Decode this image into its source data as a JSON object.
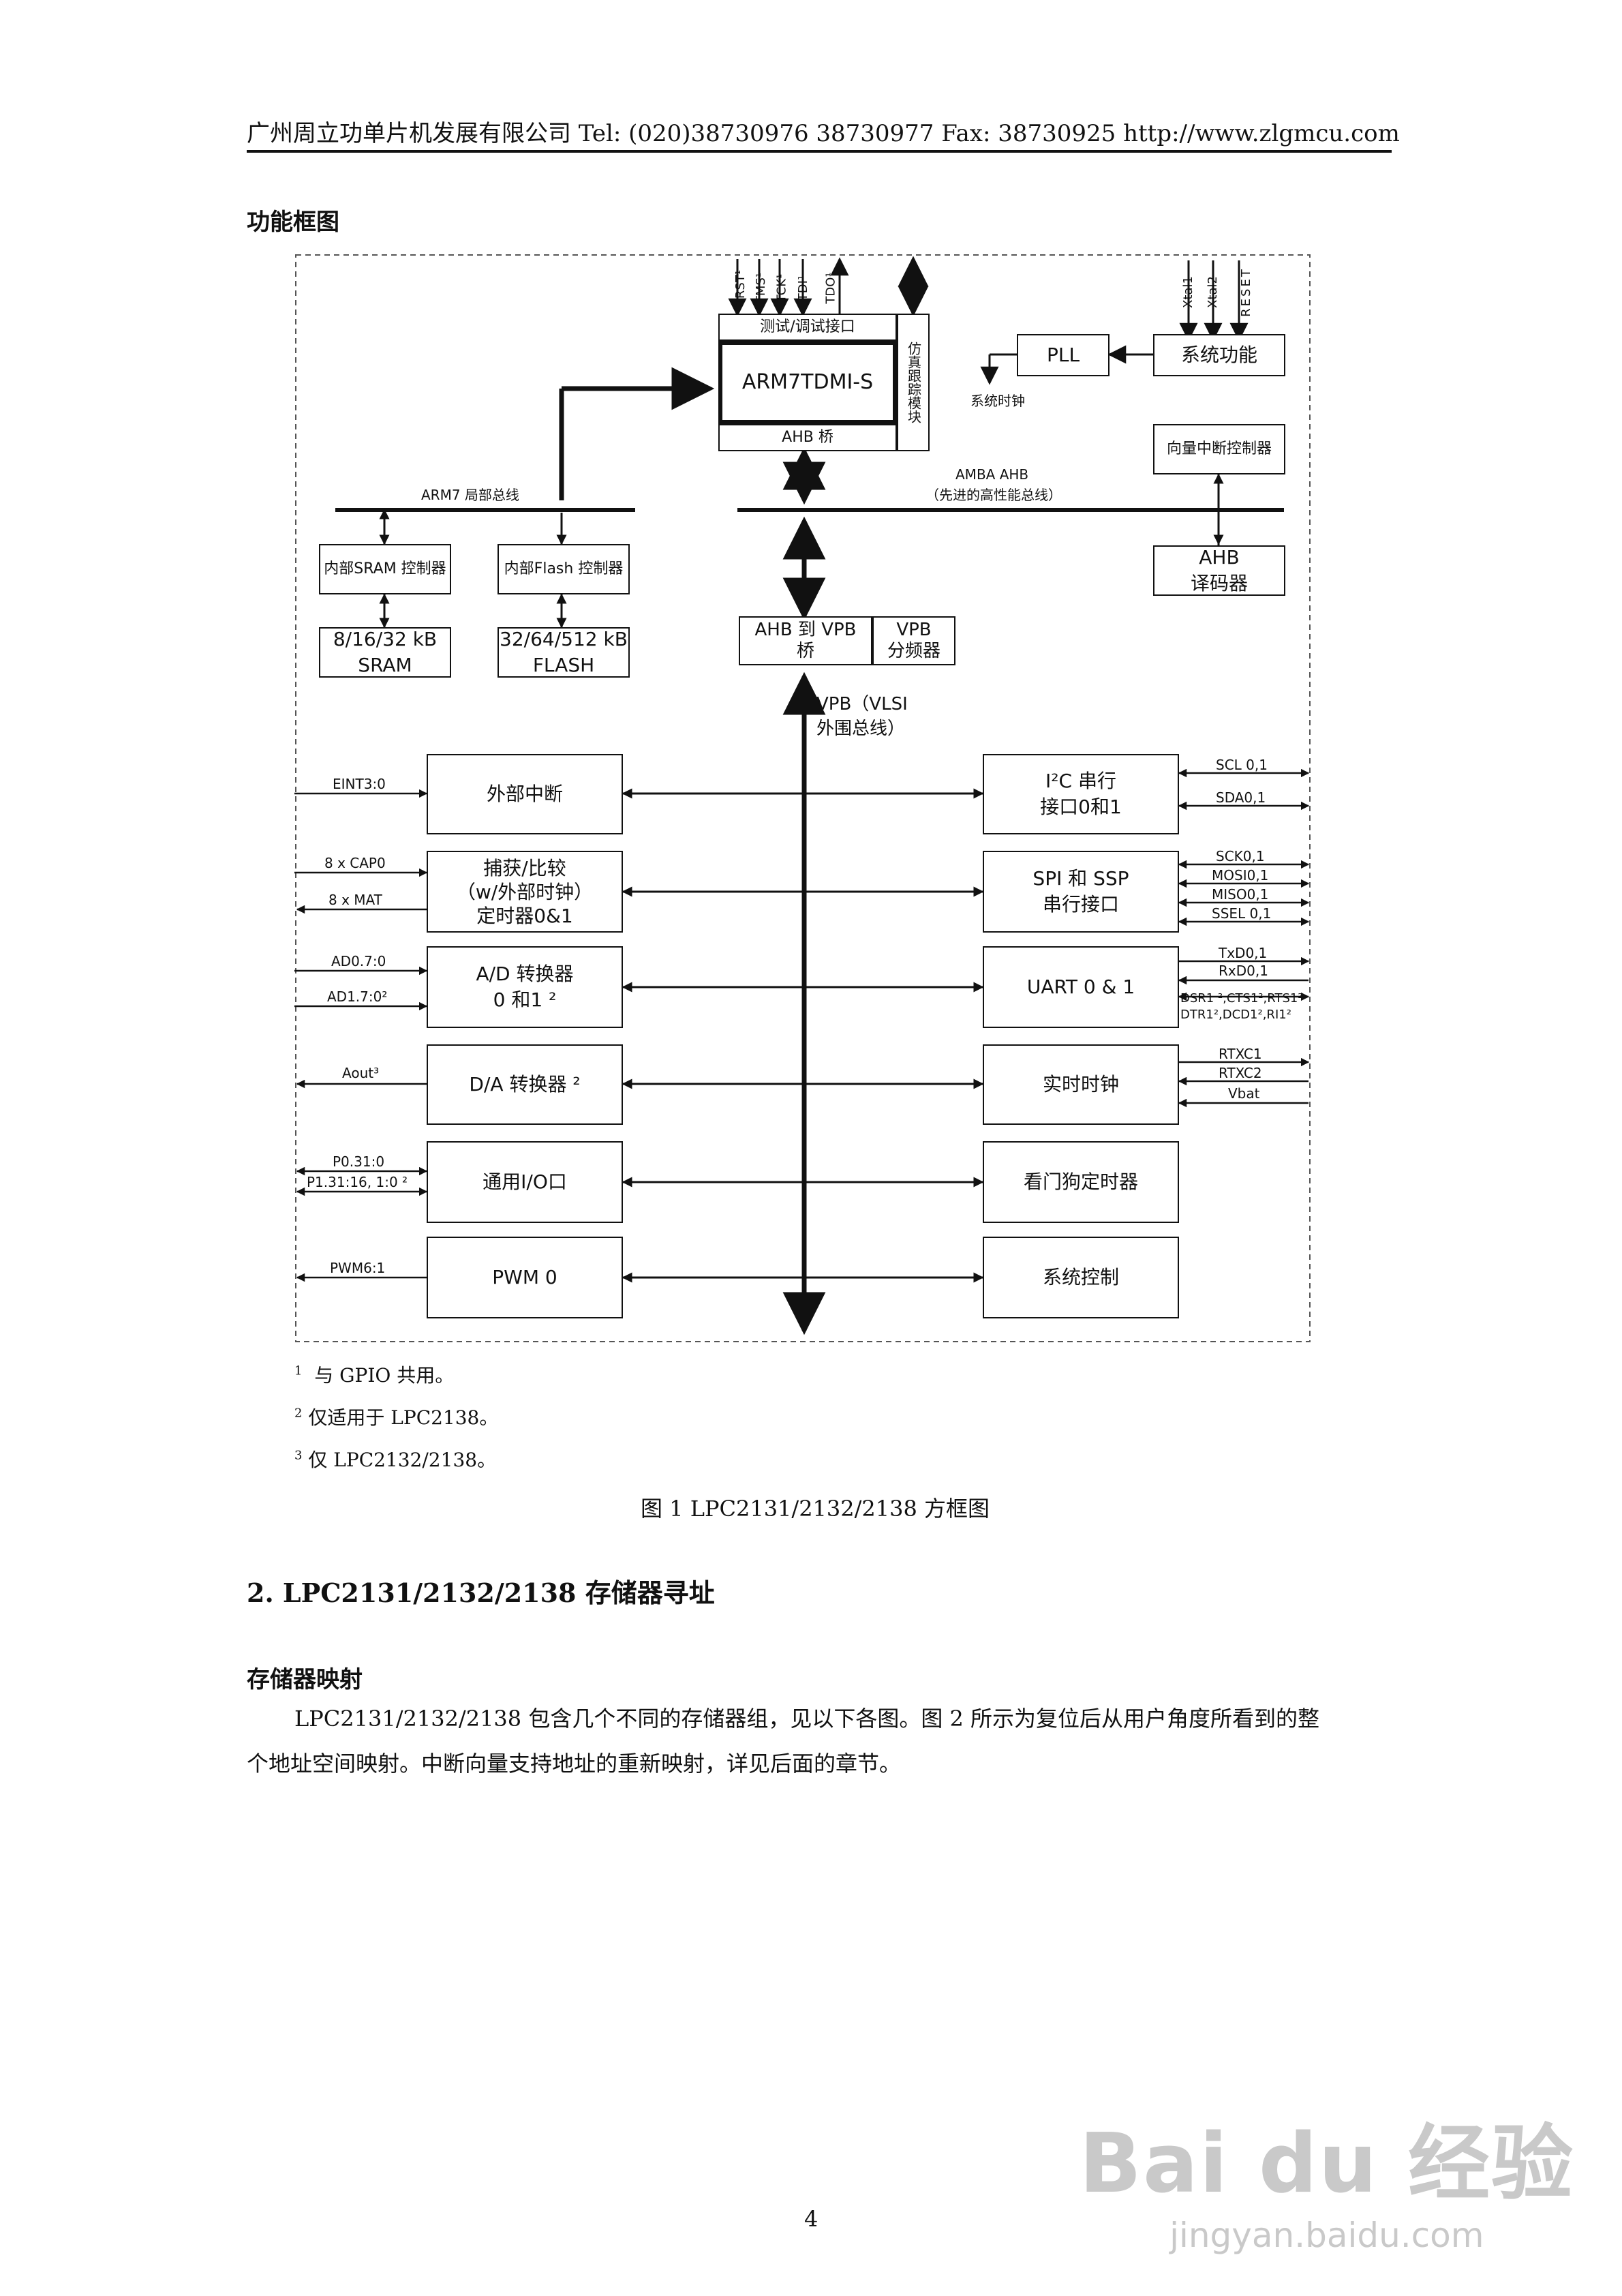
{
  "header": {
    "text": "广州周立功单片机发展有限公司  Tel: (020)38730976    38730977    Fax: 38730925    http://www.zlgmcu.com"
  },
  "section": {
    "title": "功能框图"
  },
  "diagram": {
    "jtag_pins": [
      "TRST¹",
      "TMS¹",
      "TCK¹",
      "TDI¹",
      "TDO¹"
    ],
    "osc_pins": [
      "Xtal1",
      "Xtal2",
      "RESET"
    ],
    "debug_port": "测试/调试接口",
    "cpu": "ARM7TDMI-S",
    "emu_module": "仿真跟踪模块",
    "ahb_bridge": "AHB 桥",
    "pll": "PLL",
    "sysfunc": "系统功能",
    "sysclk": "系统时钟",
    "vic": "向量中断控制器",
    "arm7_bus": "ARM7 局部总线",
    "amba_line1": "AMBA AHB",
    "amba_line2": "（先进的高性能总线）",
    "sram_ctrl": "内部SRAM 控制器",
    "flash_ctrl": "内部Flash 控制器",
    "sram_line1": "8/16/32 kB",
    "sram_line2": "SRAM",
    "flash_line1": "32/64/512 kB",
    "flash_line2": "FLASH",
    "ahb_dec_line1": "AHB",
    "ahb_dec_line2": "译码器",
    "vpb_bridge_line1": "AHB 到 VPB",
    "vpb_bridge_line2": "桥",
    "vpb_div_line1": "VPB",
    "vpb_div_line2": "分频器",
    "vpb_bus_line1": "VPB（VLSI",
    "vpb_bus_line2": "外围总线）",
    "left_blocks": {
      "ext_int": "外部中断",
      "timer_l1": "捕获/比较",
      "timer_l2": "（w/外部时钟）",
      "timer_l3": "定时器0&1",
      "adc_l1": "A/D 转换器",
      "adc_l2": "0 和1 ²",
      "dac": "D/A 转换器 ²",
      "gpio": "通用I/O口",
      "pwm": "PWM 0"
    },
    "right_blocks": {
      "i2c_l1": "I²C 串行",
      "i2c_l2": "接口0和1",
      "spi_l1": "SPI 和 SSP",
      "spi_l2": "串行接口",
      "uart": "UART  0 & 1",
      "rtc": "实时时钟",
      "wdt": "看门狗定时器",
      "sysctl": "系统控制"
    },
    "left_signals": {
      "eint": "EINT3:0",
      "cap": "8 x CAP0",
      "mat": "8 x MAT",
      "ad0": "AD0.7:0",
      "ad1": "AD1.7:0²",
      "aout": "Aout³",
      "p0": "P0.31:0",
      "p1": "P1.31:16, 1:0 ²",
      "pwm": "PWM6:1"
    },
    "right_signals": {
      "scl": "SCL 0,1",
      "sda": "SDA0,1",
      "sck": "SCK0,1",
      "mosi": "MOSI0,1",
      "miso": "MISO0,1",
      "ssel": "SSEL 0,1",
      "txd": "TxD0,1",
      "rxd": "RxD0,1",
      "modem1": "DSR1 ²,CTS1²,RTS1²",
      "modem2": "DTR1²,DCD1²,RI1²",
      "rtxc1": "RTXC1",
      "rtxc2": "RTXC2",
      "vbat": "Vbat"
    }
  },
  "footnotes": [
    "与 GPIO 共用。",
    "仅适用于 LPC2138。",
    "仅 LPC2132/2138。"
  ],
  "figure_caption": "图 1    LPC2131/2132/2138 方框图",
  "heading2": "2.    LPC2131/2132/2138 存储器寻址",
  "subheading": "存储器映射",
  "paragraph_line1": "LPC2131/2132/2138 包含几个不同的存储器组，见以下各图。图 2 所示为复位后从用户角度所看到的整",
  "paragraph_line2": "个地址空间映射。中断向量支持地址的重新映射，详见后面的章节。",
  "page_number": "4",
  "watermark_text": "Bai du 经验",
  "watermark_url": "jingyan.baidu.com"
}
